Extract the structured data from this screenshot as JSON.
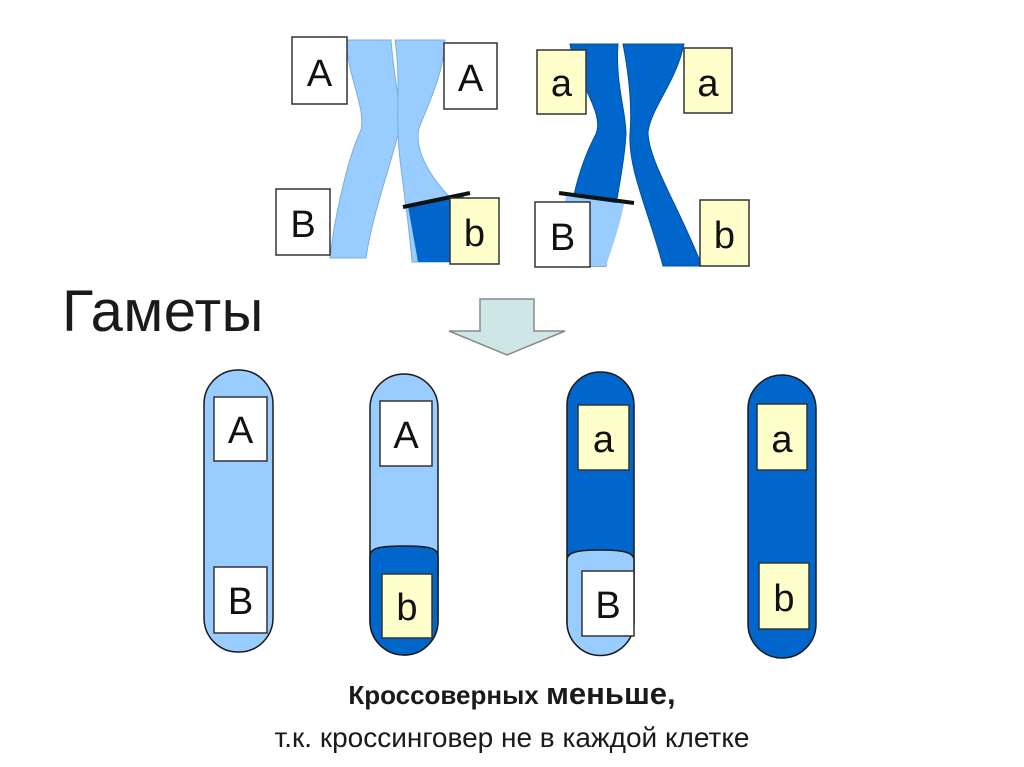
{
  "heading": "Гаметы",
  "colors": {
    "light_blue": "#99ccff",
    "dark_blue": "#0066cc",
    "label_white": "#ffffff",
    "label_yellow": "#ffffcc",
    "arrow_fill": "#cfe6e6"
  },
  "chromosomes": {
    "left": {
      "gene_top_left": "A",
      "gene_top_right": "A",
      "gene_bottom_left": "B",
      "gene_bottom_right": "b"
    },
    "right": {
      "gene_top_left": "a",
      "gene_top_right": "a",
      "gene_bottom_left": "B",
      "gene_bottom_right": "b"
    }
  },
  "gametes": [
    {
      "top": "A",
      "bottom": "B"
    },
    {
      "top": "A",
      "bottom": "b"
    },
    {
      "top": "a",
      "bottom": "B"
    },
    {
      "top": "a",
      "bottom": "b"
    }
  ],
  "caption": {
    "line1_part1": "Кроссоверных ",
    "line1_part2": "меньше",
    "line1_part3": ",",
    "line2": "т.к. кроссинговер не в каждой клетке"
  }
}
